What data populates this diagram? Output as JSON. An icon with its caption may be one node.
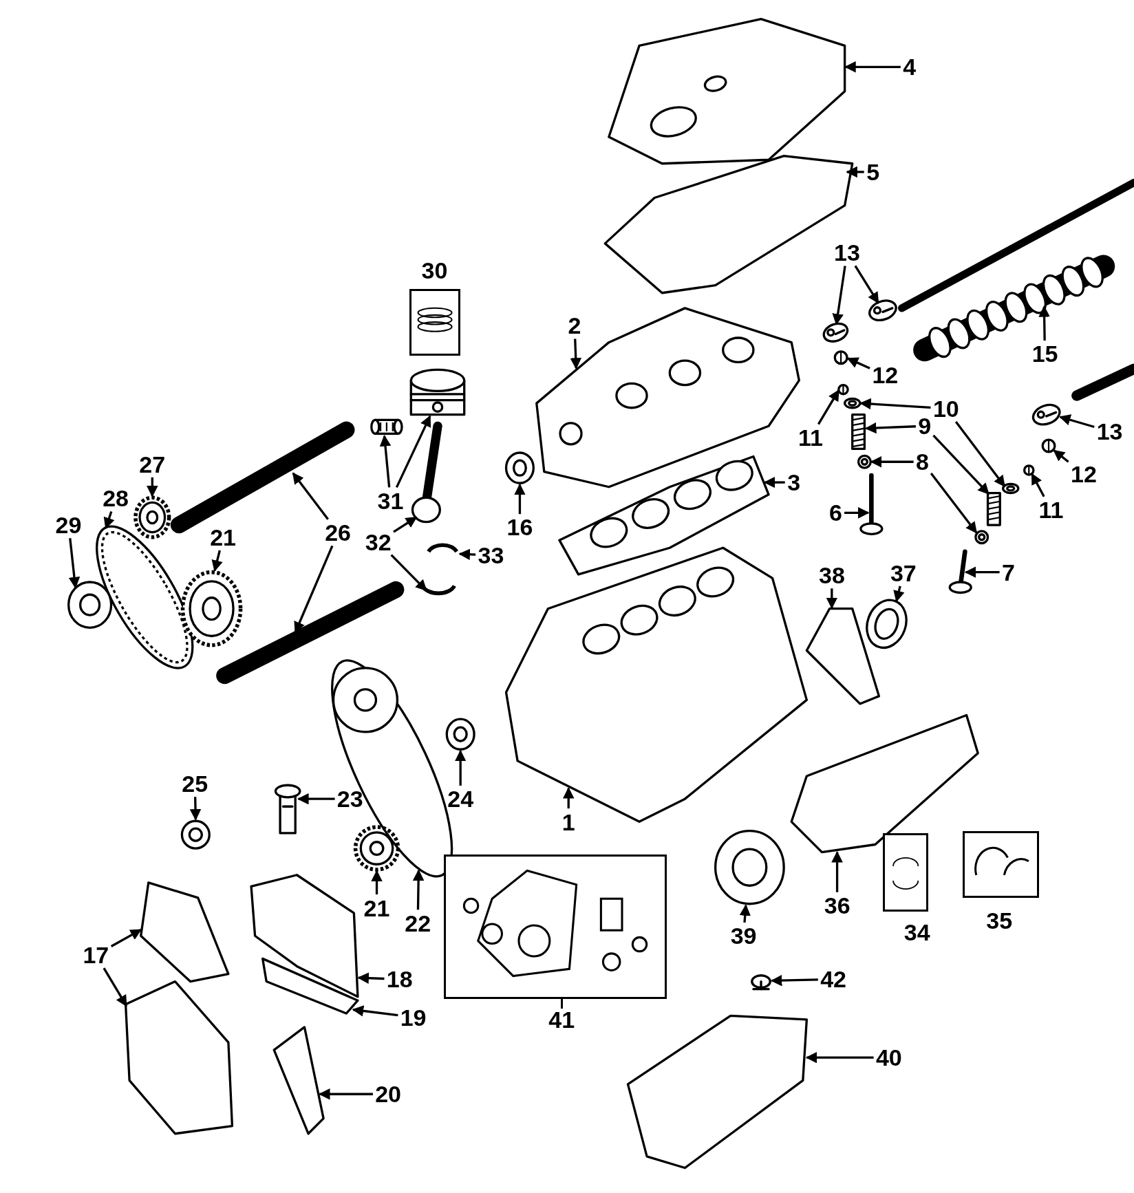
{
  "diagram": {
    "nodes": [
      {
        "text": [
          "4"
        ]
      },
      {
        "text": [
          "5"
        ]
      },
      {
        "text": [
          "13"
        ]
      },
      {
        "text": [
          "15"
        ]
      },
      {
        "text": [
          "2"
        ]
      },
      {
        "text": [
          "12"
        ]
      },
      {
        "text": [
          "11"
        ]
      },
      {
        "text": [
          "10"
        ]
      },
      {
        "text": [
          "9"
        ]
      },
      {
        "text": [
          "8"
        ]
      },
      {
        "text": [
          "6"
        ]
      },
      {
        "text": [
          "7"
        ]
      },
      {
        "text": [
          "13"
        ]
      },
      {
        "text": [
          "12"
        ]
      },
      {
        "text": [
          "11"
        ]
      },
      {
        "text": [
          "3"
        ]
      },
      {
        "text": [
          "30"
        ]
      },
      {
        "text": [
          "31"
        ]
      },
      {
        "text": [
          "32"
        ]
      },
      {
        "text": [
          "33"
        ]
      },
      {
        "text": [
          "16"
        ]
      },
      {
        "text": [
          "26"
        ]
      },
      {
        "text": [
          "27"
        ]
      },
      {
        "text": [
          "28"
        ]
      },
      {
        "text": [
          "29"
        ]
      },
      {
        "text": [
          "21"
        ]
      },
      {
        "text": [
          "38"
        ]
      },
      {
        "text": [
          "37"
        ]
      },
      {
        "text": [
          "1"
        ]
      },
      {
        "text": [
          "24"
        ]
      },
      {
        "text": [
          "25"
        ]
      },
      {
        "text": [
          "23"
        ]
      },
      {
        "text": [
          "21"
        ]
      },
      {
        "text": [
          "22"
        ]
      },
      {
        "text": [
          "36"
        ]
      },
      {
        "text": [
          "39"
        ]
      },
      {
        "text": [
          "34"
        ]
      },
      {
        "text": [
          "35"
        ]
      },
      {
        "text": [
          "41"
        ]
      },
      {
        "text": [
          "42"
        ]
      },
      {
        "text": [
          "40"
        ]
      },
      {
        "text": [
          "17"
        ]
      },
      {
        "text": [
          "18"
        ]
      },
      {
        "text": [
          "19"
        ]
      },
      {
        "text": [
          "20"
        ]
      },
      {
        "text": [],
        "shape": "picture"
      },
      {
        "text": [],
        "shape": "picture"
      },
      {
        "text": [],
        "shape": "picture"
      },
      {
        "text": [],
        "shape": "picture"
      },
      {
        "text": [],
        "shape": "picture"
      },
      {
        "text": [],
        "shape": "picture"
      },
      {
        "text": [],
        "shape": "picture"
      },
      {
        "text": [],
        "shape": "picture"
      },
      {
        "text": [],
        "shape": "picture"
      },
      {
        "text": [],
        "shape": "picture"
      },
      {
        "text": [],
        "shape": "picture"
      },
      {
        "text": [],
        "shape": "picture"
      },
      {
        "text": [],
        "shape": "picture"
      },
      {
        "text": [],
        "shape": "picture"
      },
      {
        "text": [],
        "shape": "picture"
      },
      {
        "text": [],
        "shape": "picture"
      },
      {
        "text": [],
        "shape": "picture"
      },
      {
        "text": [],
        "shape": "picture"
      },
      {
        "text": [],
        "shape": "picture"
      },
      {
        "text": [],
        "shape": "picture"
      },
      {
        "text": [],
        "shape": "picture"
      },
      {
        "text": [],
        "shape": "picture"
      },
      {
        "text": [],
        "shape": "picture"
      },
      {
        "text": [],
        "shape": "picture"
      },
      {
        "text": [],
        "shape": "picture"
      },
      {
        "text": [],
        "shape": "picture"
      },
      {
        "text": [],
        "shape": "picture"
      },
      {
        "text": [],
        "shape": "picture"
      },
      {
        "text": [],
        "shape": "picture"
      },
      {
        "text": [],
        "shape": "picture"
      },
      {
        "text": [],
        "shape": "picture"
      },
      {
        "text": [],
        "shape": "picture"
      },
      {
        "text": [],
        "shape": "picture"
      },
      {
        "text": [],
        "shape": "picture"
      },
      {
        "text": [],
        "shape": "picture"
      },
      {
        "text": [],
        "shape": "picture"
      },
      {
        "text": [],
        "shape": "picture"
      },
      {
        "text": [],
        "shape": "picture"
      },
      {
        "text": [],
        "shape": "picture"
      },
      {
        "text": [],
        "shape": "picture"
      },
      {
        "text": [],
        "shape": "picture"
      },
      {
        "text": [],
        "shape": "picture"
      },
      {
        "text": [],
        "shape": "picture"
      },
      {
        "text": [],
        "shape": "picture"
      },
      {
        "text": [],
        "shape": "picture"
      },
      {
        "text": [],
        "shape": "picture"
      },
      {
        "text": [],
        "shape": "picture"
      },
      {
        "text": [],
        "shape": "picture"
      },
      {
        "text": [],
        "shape": "picture"
      }
    ],
    "edges": [
      {
        "from": 0,
        "to": 45,
        "arrow": "to"
      },
      {
        "from": 1,
        "to": 46,
        "arrow": "to"
      },
      {
        "from": 2,
        "to": 47,
        "arrow": "to"
      },
      {
        "from": 2,
        "to": 48,
        "arrow": "to"
      },
      {
        "from": 3,
        "to": 49,
        "arrow": "to"
      },
      {
        "from": 4,
        "to": 50,
        "arrow": "to"
      },
      {
        "from": 5,
        "to": 51,
        "arrow": "to"
      },
      {
        "from": 6,
        "to": 52,
        "arrow": "to"
      },
      {
        "from": 7,
        "to": 53,
        "arrow": "to"
      },
      {
        "from": 7,
        "to": 54,
        "arrow": "to"
      },
      {
        "from": 8,
        "to": 55,
        "arrow": "to"
      },
      {
        "from": 8,
        "to": 56,
        "arrow": "to"
      },
      {
        "from": 9,
        "to": 57,
        "arrow": "to"
      },
      {
        "from": 9,
        "to": 58,
        "arrow": "to"
      },
      {
        "from": 10,
        "to": 59,
        "arrow": "to"
      },
      {
        "from": 11,
        "to": 60,
        "arrow": "to"
      },
      {
        "from": 12,
        "to": 61,
        "arrow": "to"
      },
      {
        "from": 13,
        "to": 62,
        "arrow": "to"
      },
      {
        "from": 14,
        "to": 63,
        "arrow": "to"
      },
      {
        "from": 15,
        "to": 64,
        "arrow": "to"
      },
      {
        "from": 17,
        "to": 65,
        "arrow": "to"
      },
      {
        "from": 17,
        "to": 66,
        "arrow": "to"
      },
      {
        "from": 18,
        "to": 67,
        "arrow": "to"
      },
      {
        "from": 18,
        "to": 68,
        "arrow": "to"
      },
      {
        "from": 19,
        "to": 69,
        "arrow": "to"
      },
      {
        "from": 20,
        "to": 70,
        "arrow": "to"
      },
      {
        "from": 21,
        "to": 71,
        "arrow": "to"
      },
      {
        "from": 21,
        "to": 72,
        "arrow": "to"
      },
      {
        "from": 22,
        "to": 73,
        "arrow": "to"
      },
      {
        "from": 23,
        "to": 74,
        "arrow": "to"
      },
      {
        "from": 24,
        "to": 75,
        "arrow": "to"
      },
      {
        "from": 25,
        "to": 76,
        "arrow": "to"
      },
      {
        "from": 26,
        "to": 77,
        "arrow": "to"
      },
      {
        "from": 27,
        "to": 78,
        "arrow": "to"
      },
      {
        "from": 28,
        "to": 79,
        "arrow": "to"
      },
      {
        "from": 29,
        "to": 80,
        "arrow": "to"
      },
      {
        "from": 30,
        "to": 81,
        "arrow": "to"
      },
      {
        "from": 31,
        "to": 82,
        "arrow": "to"
      },
      {
        "from": 32,
        "to": 83,
        "arrow": "to"
      },
      {
        "from": 33,
        "to": 84,
        "arrow": "to"
      },
      {
        "from": 34,
        "to": 85,
        "arrow": "to"
      },
      {
        "from": 35,
        "to": 86,
        "arrow": "to"
      },
      {
        "from": 39,
        "to": 87,
        "arrow": "to"
      },
      {
        "from": 40,
        "to": 88,
        "arrow": "to"
      },
      {
        "from": 41,
        "to": 89,
        "arrow": "to"
      },
      {
        "from": 41,
        "to": 90,
        "arrow": "to"
      },
      {
        "from": 42,
        "to": 91,
        "arrow": "to"
      },
      {
        "from": 43,
        "to": 92,
        "arrow": "to"
      },
      {
        "from": 44,
        "to": 93,
        "arrow": "to"
      }
    ]
  }
}
